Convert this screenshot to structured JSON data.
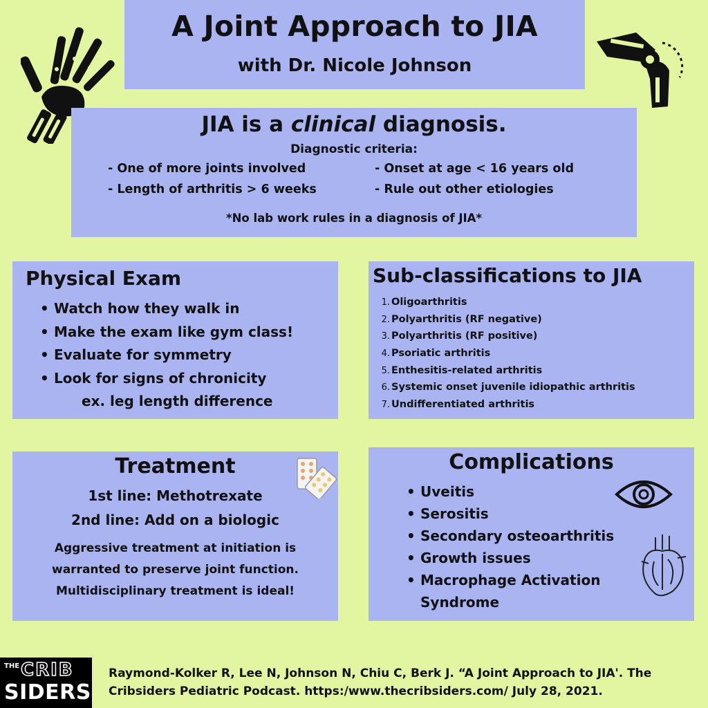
{
  "title": {
    "main": "A Joint Approach to JIA",
    "subtitle": "with Dr. Nicole Johnson"
  },
  "icons": {
    "hand": "hand-xray-icon",
    "knee": "knee-joint-icon",
    "pills": "pills-icon",
    "eye": "eye-icon",
    "heart": "heart-icon"
  },
  "diagnosis": {
    "heading_pre": "JIA is a ",
    "heading_em": "clinical",
    "heading_post": " diagnosis.",
    "criteria_label": "Diagnostic criteria:",
    "criteria": [
      "- One of more joints involved",
      "- Onset at age < 16 years old",
      "- Length of arthritis > 6 weeks",
      "- Rule out other etiologies"
    ],
    "note": "*No lab work rules in a diagnosis of JIA*"
  },
  "physical_exam": {
    "heading": "Physical Exam",
    "items": [
      "Watch how they walk in",
      "Make the exam like gym class!",
      "Evaluate for symmetry",
      "Look for signs of chronicity"
    ],
    "subitem": "ex. leg length difference"
  },
  "subclassifications": {
    "heading": "Sub-classifications to JIA",
    "items": [
      {
        "num": "1.",
        "text": "Oligoarthritis"
      },
      {
        "num": "2.",
        "text": "Polyarthritis (RF negative)"
      },
      {
        "num": "3.",
        "text": "Polyarthritis (RF positive)"
      },
      {
        "num": "4.",
        "text": "Psoriatic arthritis"
      },
      {
        "num": "5.",
        "text": "Enthesitis-related arthritis"
      },
      {
        "num": "6.",
        "text": "Systemic onset juvenile idiopathic arthritis"
      },
      {
        "num": "7.",
        "text": "Undifferentiated arthritis"
      }
    ]
  },
  "treatment": {
    "heading": "Treatment",
    "line1": "1st line: Methotrexate",
    "line2": "2nd line: Add on a biologic",
    "paragraph": [
      "Aggressive treatment at initiation is",
      "warranted to preserve joint function.",
      "Multidisciplinary treatment is ideal!"
    ]
  },
  "complications": {
    "heading": "Complications",
    "items": [
      "Uveitis",
      "Serositis",
      "Secondary osteoarthritis",
      "Growth issues",
      "Macrophage Activation"
    ],
    "last_continuation": "Syndrome"
  },
  "logo": {
    "the": "THE",
    "crib": "CRIB",
    "siders": "SIDERS"
  },
  "citation": {
    "line1": "Raymond-Kolker R, Lee N, Johnson N, Chiu C, Berk J. “A Joint Approach to JIA'. The",
    "line2": "Cribsiders Pediatric Podcast. https:/www.thecribsiders.com/ July 28, 2021."
  },
  "colors": {
    "background": "#e2f5a0",
    "box": "#a9b4f0",
    "text": "#111111"
  }
}
